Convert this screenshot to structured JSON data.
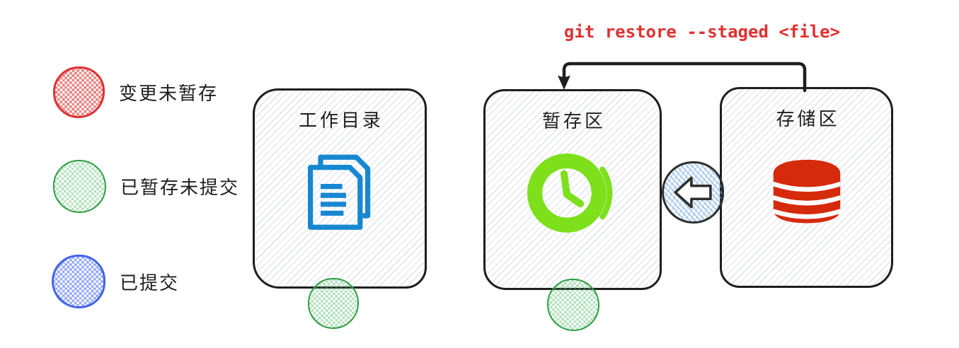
{
  "legend": {
    "items": [
      {
        "id": "changes-unstaged",
        "label": "变更未暂存",
        "color": "#e03131"
      },
      {
        "id": "staged-uncommitted",
        "label": "已暂存未提交",
        "color": "#2f9e44"
      },
      {
        "id": "committed",
        "label": "已提交",
        "color": "#4263eb"
      }
    ]
  },
  "annotation": {
    "command": "git restore --staged <file>",
    "color": "#e03131"
  },
  "nodes": [
    {
      "id": "working-directory",
      "label": "工作目录",
      "icon": "documents-icon",
      "icon_color": "#1787d2"
    },
    {
      "id": "staging-area",
      "label": "暂存区",
      "icon": "clock-icon",
      "icon_color": "#7de01b"
    },
    {
      "id": "repository",
      "label": "存储区",
      "icon": "database-icon",
      "icon_color": "#d62a0c"
    }
  ],
  "transfer_badge": {
    "icon": "arrow-left-icon",
    "arrow_fill": "#ffffff",
    "hatch_color": "#74a7e0",
    "outline_color": "#2e2e2e"
  },
  "flow_arrow": {
    "from": "存储区",
    "to": "暂存区",
    "color": "#1e1e1e"
  },
  "status_dots": [
    {
      "id": "working-directory-dot",
      "status": "已暂存未提交",
      "color": "#2f9e44"
    },
    {
      "id": "staging-area-dot",
      "status": "已暂存未提交",
      "color": "#2f9e44"
    }
  ]
}
